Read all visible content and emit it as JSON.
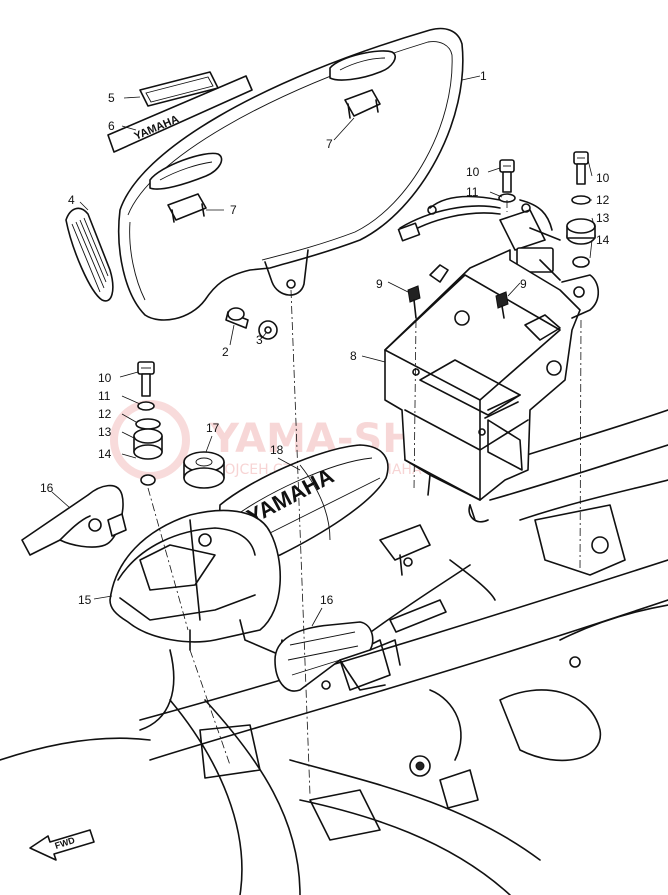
{
  "watermark": {
    "brand": "YAMA-SHOP",
    "url": "VOJCEH.CZ  ·  ONLINE YAMAHA"
  },
  "markings": {
    "tank_logo": "YAMAHA",
    "emblem": "YAMAHA",
    "front_arrow": "FWD"
  },
  "callouts": {
    "c1": "1",
    "c5": "5",
    "c6": "6",
    "c7a": "7",
    "c7b": "7",
    "c4": "4",
    "c2": "2",
    "c3": "3",
    "c10a": "10",
    "c11a": "11",
    "c9a": "9",
    "c9b": "9",
    "c10b": "10",
    "c12a": "12",
    "c13a": "13",
    "c14a": "14",
    "c8": "8",
    "c10c": "10",
    "c11b": "11",
    "c12b": "12",
    "c13b": "13",
    "c14b": "14",
    "c17": "17",
    "c18": "18",
    "c16a": "16",
    "c15": "15",
    "c16b": "16"
  },
  "colors": {
    "ink": "#111111",
    "watermark": "#f2b8b8"
  }
}
